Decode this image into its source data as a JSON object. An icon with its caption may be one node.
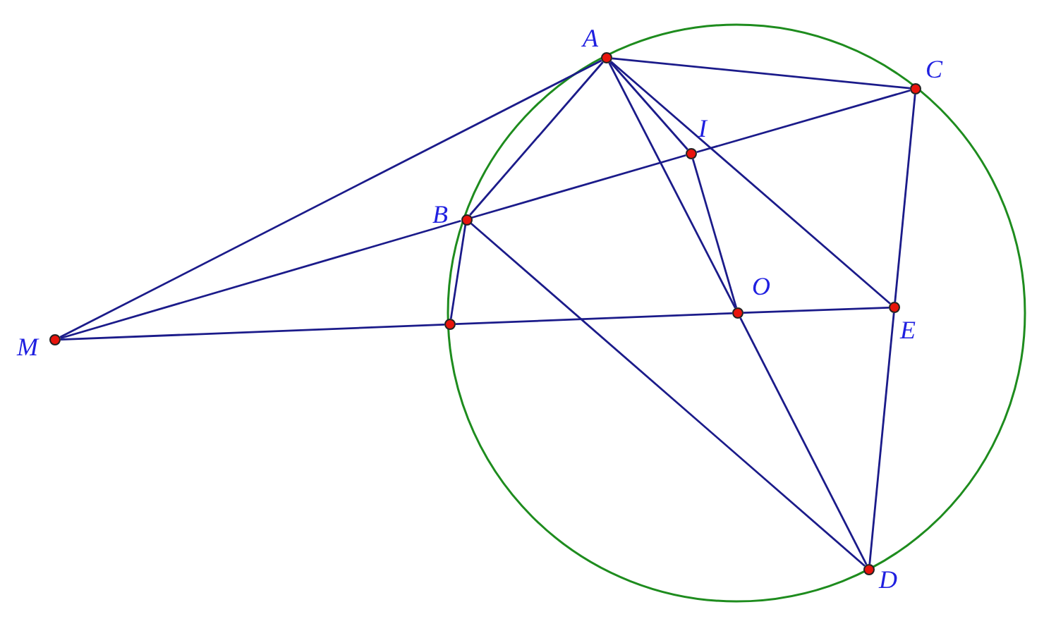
{
  "diagram": {
    "nodes": [
      {
        "text": [
          "A"
        ]
      },
      {
        "text": [
          "C"
        ]
      },
      {
        "text": [
          "I"
        ]
      },
      {
        "text": [
          "B"
        ]
      },
      {
        "text": [
          "E"
        ]
      },
      {
        "text": [
          "O"
        ]
      },
      {
        "text": [],
        "shape": "circle"
      },
      {
        "text": [
          "M"
        ]
      },
      {
        "text": [
          "D"
        ]
      }
    ],
    "edges": [
      {
        "from": 0,
        "to": 7,
        "arrow": "none"
      },
      {
        "from": 0,
        "to": 3,
        "arrow": "none"
      },
      {
        "from": 0,
        "to": 2,
        "arrow": "none"
      },
      {
        "from": 0,
        "to": 5,
        "arrow": "none"
      },
      {
        "from": 0,
        "to": 4,
        "arrow": "none"
      },
      {
        "from": 0,
        "to": 1,
        "arrow": "none"
      },
      {
        "from": 7,
        "to": 3,
        "arrow": "none"
      },
      {
        "from": 3,
        "to": 2,
        "arrow": "none"
      },
      {
        "from": 2,
        "to": 1,
        "arrow": "none"
      },
      {
        "from": 7,
        "to": 6,
        "arrow": "none"
      },
      {
        "from": 6,
        "to": 5,
        "arrow": "none"
      },
      {
        "from": 5,
        "to": 4,
        "arrow": "none"
      },
      {
        "from": 3,
        "to": 6,
        "arrow": "none"
      },
      {
        "from": 3,
        "to": 8,
        "arrow": "none"
      },
      {
        "from": 1,
        "to": 4,
        "arrow": "none"
      },
      {
        "from": 4,
        "to": 8,
        "arrow": "none"
      },
      {
        "from": 5,
        "to": 8,
        "arrow": "none"
      },
      {
        "from": 2,
        "to": 5,
        "arrow": "none"
      }
    ]
  }
}
